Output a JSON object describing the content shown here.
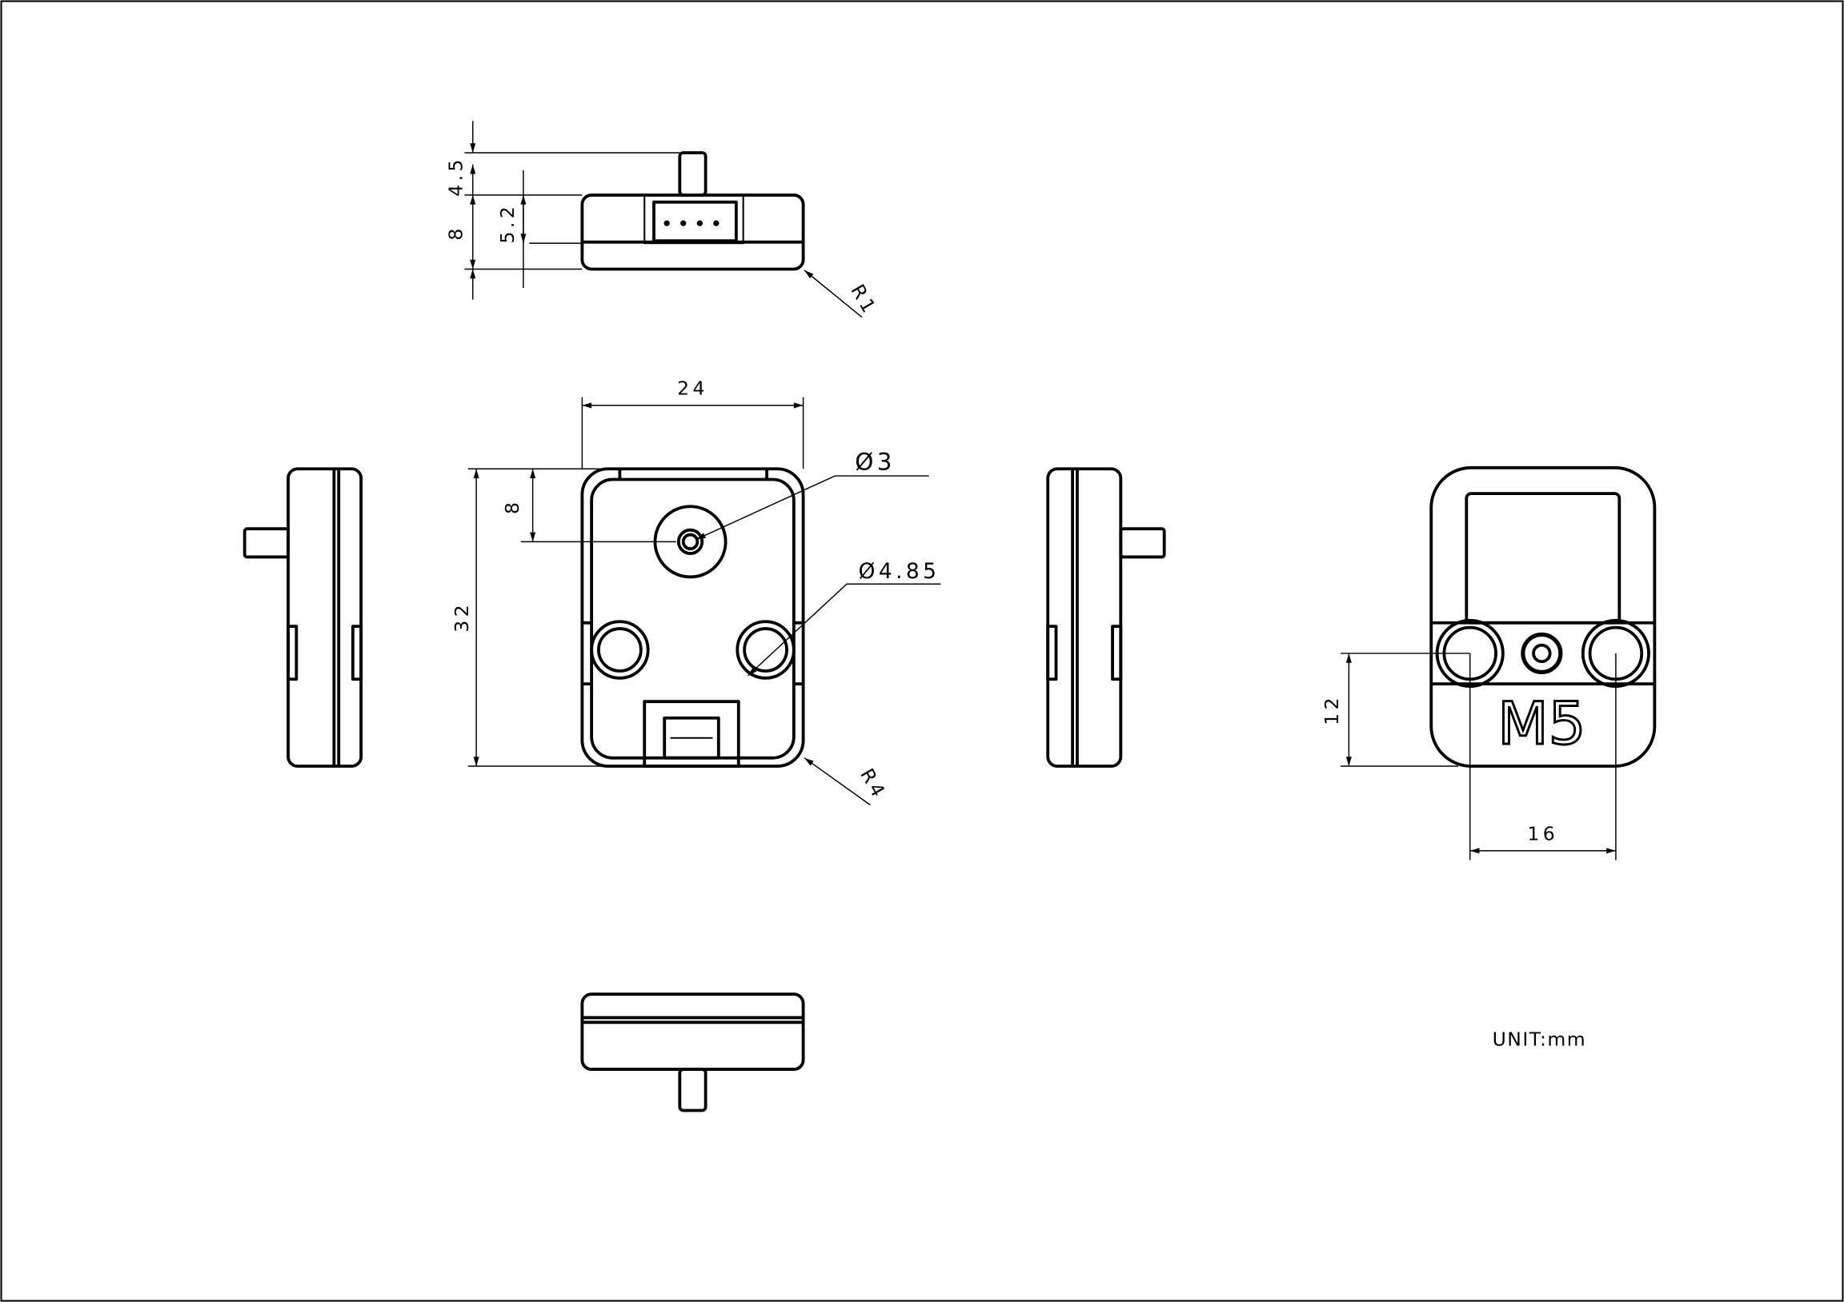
{
  "drawing": {
    "top_view": {
      "pin_height": "4.5",
      "body_height": "8",
      "connector_height": "5.2",
      "edge_radius": "R1"
    },
    "front_view": {
      "width": "24",
      "height": "32",
      "knob_offset": "8",
      "knob_hole_diameter": "Ø3",
      "mount_hole_diameter": "Ø4.85",
      "corner_radius": "R4"
    },
    "rear_view": {
      "hole_offset": "12",
      "hole_spacing": "16",
      "logo": "M5"
    },
    "unit_label": "UNIT:mm",
    "colors": {
      "line": "#000000",
      "background": "#ffffff"
    }
  }
}
